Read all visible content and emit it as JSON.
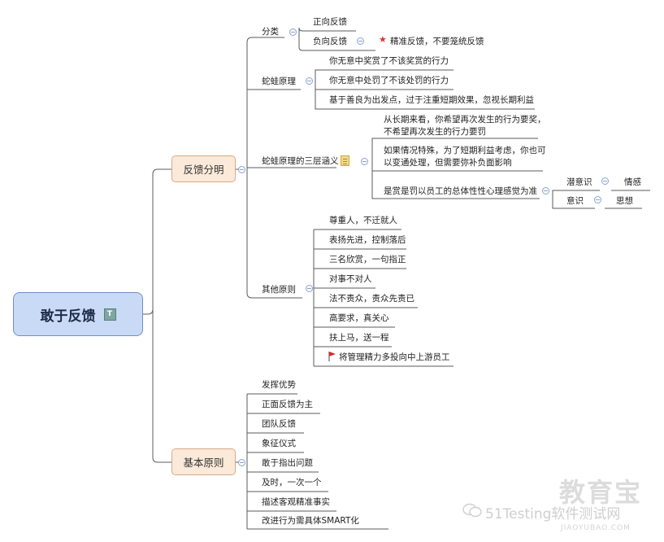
{
  "root": {
    "label": "敢于反馈"
  },
  "branches": {
    "feedback": {
      "label": "反馈分明",
      "category": {
        "label": "分类",
        "items": [
          "正向反馈",
          "负向反馈"
        ],
        "note": "精准反馈，不要笼统反馈"
      },
      "frog": {
        "label": "蛇蛙原理",
        "items": [
          "你无意中奖赏了不该奖赏的行力",
          "你无意中处罚了不该处罚的行力",
          "基于善良为出发点，过于注重短期效果，忽视长期利益"
        ]
      },
      "frog3": {
        "label": "蛇蛙原理的三层涵义",
        "items": [
          "从长期来看，你希望再次发生的行为要奖，不希望再次发生的行力要罚",
          "如果情况特殊，为了短期利益考虑，你也可以变通处理，但需要弥补负面影响",
          "是赏是罚以员工的总体性性心理感觉为准"
        ],
        "sub": [
          {
            "label": "潜意识",
            "child": "情感"
          },
          {
            "label": "意识",
            "child": "思想"
          }
        ]
      },
      "other": {
        "label": "其他原则",
        "items": [
          "尊重人，不迁就人",
          "表扬先进，控制落后",
          "三名欣赏，一句指正",
          "对事不对人",
          "法不责众，责众先责已",
          "高要求，真关心",
          "扶上马，送一程",
          "将管理精力多投向中上游员工"
        ]
      }
    },
    "basic": {
      "label": "基本原则",
      "items": [
        "发挥优势",
        "正面反馈为主",
        "团队反馈",
        "象征仪式",
        "敢于指出问题",
        "及时，一次一个",
        "描述客观精准事实",
        "改进行为需具体SMART化"
      ]
    }
  },
  "watermark": {
    "text": "51Testing软件测试网",
    "big": "教育宝",
    "small": "JIAOYUBAO.COM"
  },
  "colors": {
    "line": "#5b5b5b",
    "root_fill": "#c9daf6",
    "main_fill": "#fbe9d9",
    "collapse": "#8aa3cf"
  }
}
